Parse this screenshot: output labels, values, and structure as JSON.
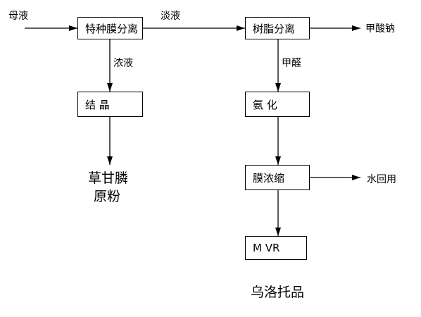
{
  "nodes": {
    "membrane_separation": "特种膜分离",
    "crystallization": "结 晶",
    "resin_separation": "树脂分离",
    "ammoniation": "氨 化",
    "membrane_concentration": "膜浓缩",
    "mvr": "M VR"
  },
  "edges": {
    "mother_liquor": "母液",
    "dilute_liquid": "淡液",
    "concentrate": "浓液",
    "formaldehyde": "甲醛",
    "sodium_formate": "甲酸钠",
    "water_reuse": "水回用"
  },
  "products": {
    "glyphosate_line1": "草甘膦",
    "glyphosate_line2": "原粉",
    "urotropin": "乌洛托品"
  },
  "colors": {
    "line": "#000000",
    "background": "#ffffff"
  }
}
